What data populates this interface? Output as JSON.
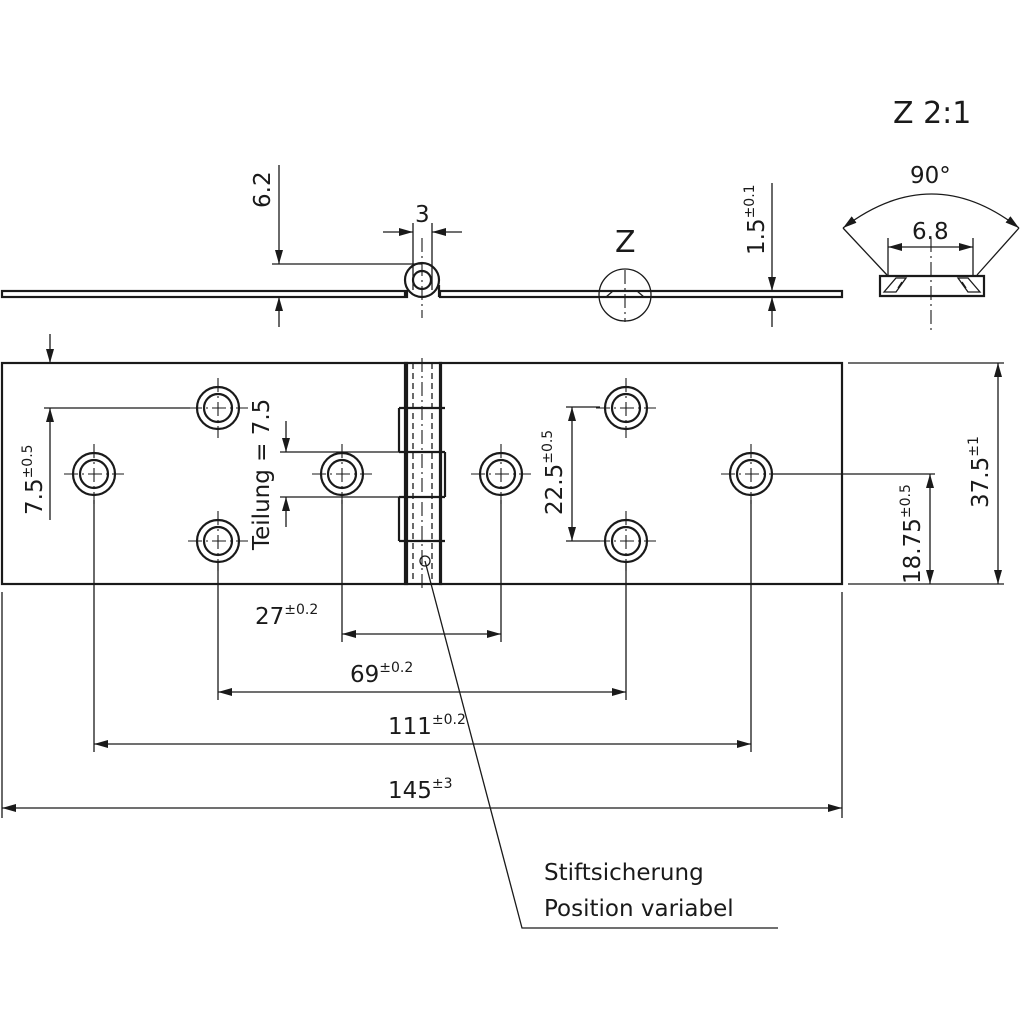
{
  "detail": {
    "title": "Z 2:1",
    "angle": "90°",
    "diameter": "6.8"
  },
  "side_view": {
    "detail_marker": "Z",
    "thickness_label": "6.2",
    "knuckle_label": "3",
    "sheet_label": "1.5",
    "sheet_tol": "±0.1"
  },
  "plan_view": {
    "hole_offset": {
      "value": "7.5",
      "tol": "±0.5"
    },
    "pitch": "Teilung = 7.5",
    "spacing_inner": {
      "value": "22.5",
      "tol": "±0.5"
    },
    "half_height": {
      "value": "18.75",
      "tol": "±0.5"
    },
    "height": {
      "value": "37.5",
      "tol": "±1"
    },
    "dim_27": {
      "value": "27",
      "tol": "±0.2"
    },
    "dim_69": {
      "value": "69",
      "tol": "±0.2"
    },
    "dim_111": {
      "value": "111",
      "tol": "±0.2"
    },
    "dim_145": {
      "value": "145",
      "tol": "±3"
    }
  },
  "note": {
    "line1": "Stiftsicherung",
    "line2": "Position variabel"
  }
}
